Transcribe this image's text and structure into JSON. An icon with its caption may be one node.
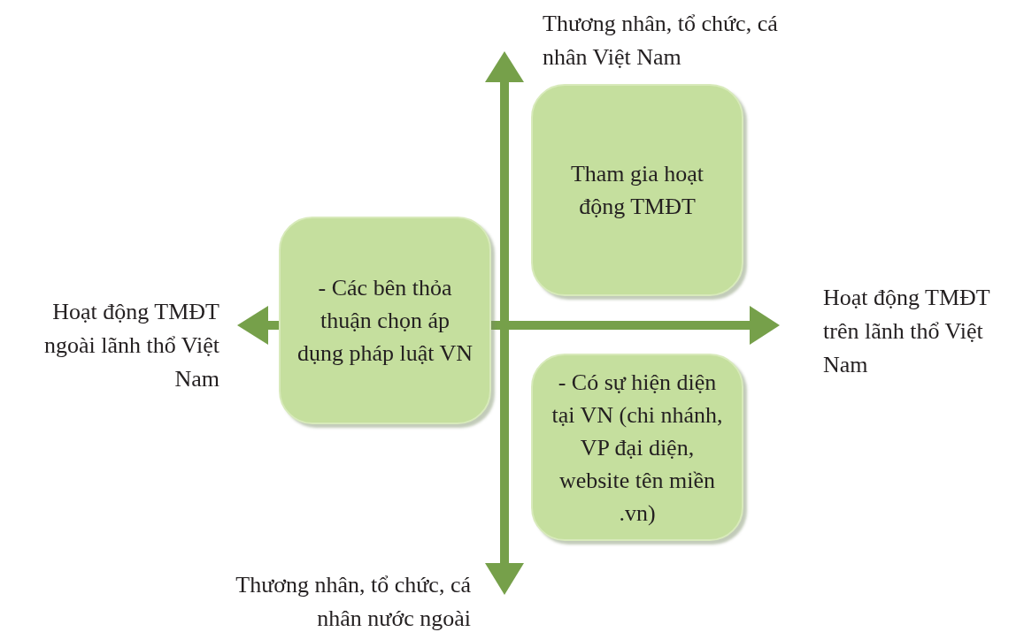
{
  "diagram": {
    "nodes": [
      {
        "text": [
          "Tham gia hoạt động TMĐT"
        ]
      },
      {
        "text": [
          "- Các bên thỏa thuận chọn áp dụng pháp luật VN"
        ]
      },
      {
        "text": [
          "- Có sự hiện diện tại VN (chi nhánh, VP đại diện, website tên miền .vn)"
        ]
      }
    ],
    "edges": [],
    "labels": [
      "Thương nhân, tổ chức, cá nhân Việt Nam",
      "Hoạt động TMĐT ngoài lãnh thổ Việt Nam",
      "Hoạt động TMĐT trên lãnh thổ Việt Nam",
      "Thương nhân, tổ chức, cá nhân nước ngoài"
    ]
  }
}
